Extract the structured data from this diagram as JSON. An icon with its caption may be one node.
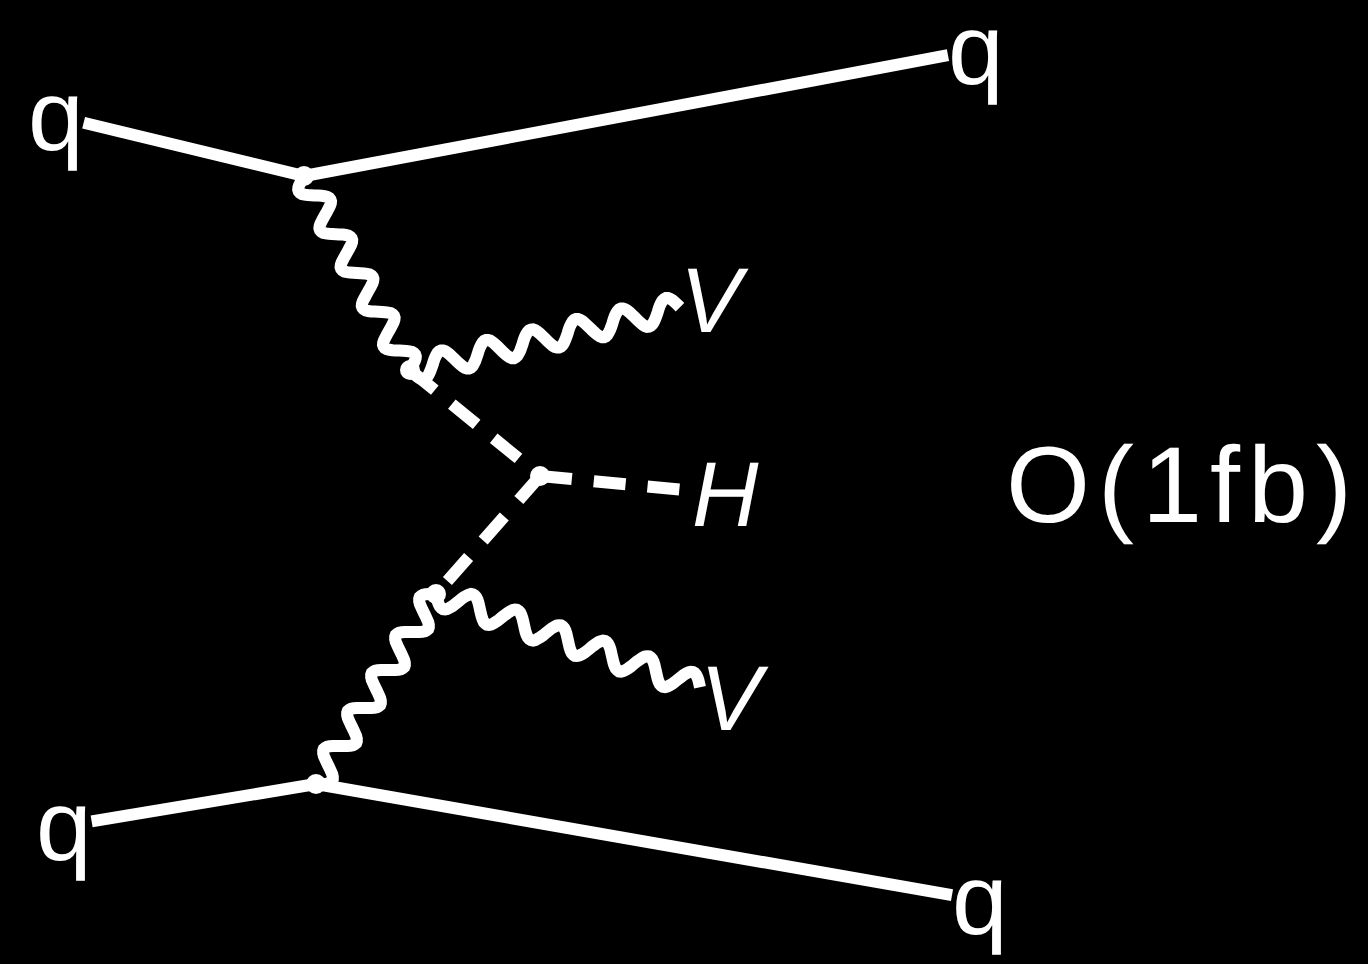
{
  "diagram": {
    "nodes": [
      {
        "text": [
          "q"
        ]
      },
      {
        "text": [
          "q"
        ]
      },
      {
        "text": [],
        "shape": "point"
      },
      {
        "text": [],
        "shape": "point"
      },
      {
        "text": [
          "V"
        ]
      },
      {
        "text": [],
        "shape": "point"
      },
      {
        "text": [
          "H"
        ]
      },
      {
        "text": [],
        "shape": "point"
      },
      {
        "text": [
          "V"
        ]
      },
      {
        "text": [
          "q"
        ]
      },
      {
        "text": [],
        "shape": "point"
      },
      {
        "text": [
          "q"
        ]
      }
    ],
    "edges": [
      {
        "from": 0,
        "to": 2,
        "arrow": "none"
      },
      {
        "from": 2,
        "to": 1,
        "arrow": "none"
      },
      {
        "from": 2,
        "to": 3,
        "arrow": "none"
      },
      {
        "from": 3,
        "to": 4,
        "arrow": "none"
      },
      {
        "from": 3,
        "to": 5,
        "arrow": "none",
        "style": "dashed"
      },
      {
        "from": 5,
        "to": 6,
        "arrow": "none",
        "style": "dashed"
      },
      {
        "from": 5,
        "to": 7,
        "arrow": "none",
        "style": "dashed"
      },
      {
        "from": 7,
        "to": 8,
        "arrow": "none"
      },
      {
        "from": 7,
        "to": 10,
        "arrow": "none"
      },
      {
        "from": 9,
        "to": 10,
        "arrow": "none"
      },
      {
        "from": 10,
        "to": 11,
        "arrow": "none"
      }
    ],
    "labels": [
      "O(1fb)"
    ]
  }
}
